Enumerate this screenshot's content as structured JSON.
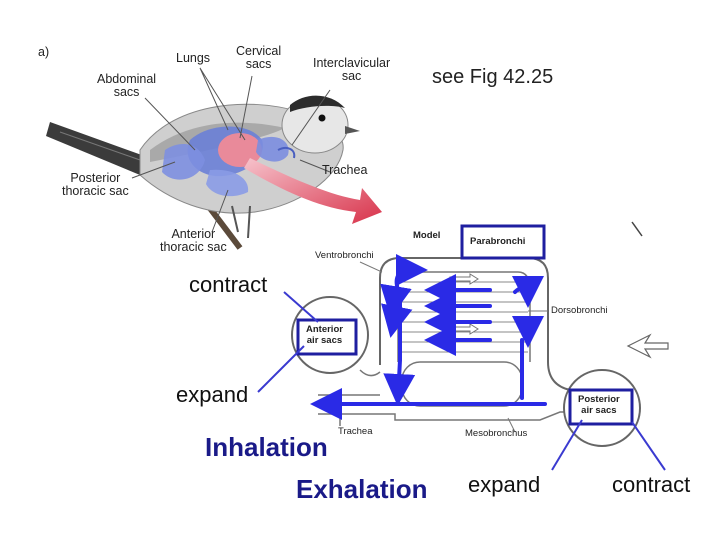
{
  "panel_label": "a)",
  "bird_labels": {
    "lungs": "Lungs",
    "cervical": "Cervical\nsacs",
    "interclavicular": "Interclavicular\nsac",
    "abdominal": "Abdominal\nsacs",
    "posterior_thoracic": "Posterior\nthoracic sac",
    "trachea": "Trachea",
    "anterior_thoracic": "Anterior\nthoracic sac"
  },
  "reference_note": "see Fig 42.25",
  "model_labels": {
    "model": "Model",
    "parabronchi": "Parabronchi",
    "ventrobronchi": "Ventrobronchi",
    "dorsobronchi": "Dorsobronchi",
    "anterior_air_sacs": "Anterior\nair sacs",
    "posterior_air_sacs": "Posterior\nair sacs",
    "trachea": "Trachea",
    "mesobronchus": "Mesobronchus"
  },
  "annotations": {
    "contract_left": "contract",
    "expand_left": "expand",
    "inhalation": "Inhalation",
    "exhalation": "Exhalation",
    "expand_right": "expand",
    "contract_right": "contract"
  },
  "colors": {
    "arrow_blue": "#2a2ae6",
    "box_blue": "#1f1fa0",
    "heading_blue": "#1a1a88",
    "lung_blue": "#6a7fd6",
    "sac_pink": "#e98a9a",
    "arrow_red": "#d8324a"
  }
}
